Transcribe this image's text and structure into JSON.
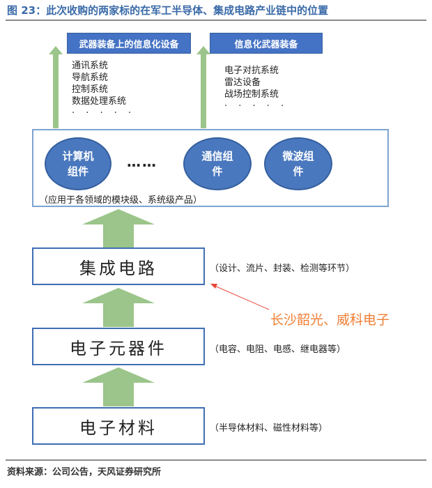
{
  "figure": {
    "title": "图 23：此次收购的两家标的在军工半导体、集成电路产业链中的位置",
    "source": "资料来源：公司公告，天风证券研究所"
  },
  "top": {
    "left_header": "武器装备上的信息化设备",
    "left_items": [
      "通讯系统",
      "导航系统",
      "控制系统",
      "数据处理系统"
    ],
    "left_more": "· · · · ·",
    "right_header": "信息化武器装备",
    "right_items": [
      "电子对抗系统",
      "雷达设备",
      "战场控制系统"
    ],
    "right_more": "· · · · ·"
  },
  "modules": {
    "circle1_line1": "计算机",
    "circle1_line2": "组件",
    "ellipsis": "……",
    "circle2_line1": "通信组",
    "circle2_line2": "件",
    "circle3_line1": "微波组",
    "circle3_line2": "件",
    "note": "（应用于各领域的模块级、系统级产品）"
  },
  "stages": [
    {
      "label": "集成电路",
      "note": "（设计、流片、封装、检测等环节）"
    },
    {
      "label": "电子元器件",
      "note": "（电容、电阻、电感、继电器等）"
    },
    {
      "label": "电子材料",
      "note": "（半导体材料、磁性材料等）"
    }
  ],
  "annotation": {
    "companies": "长沙韶光、威科电子",
    "color": "#f07e34"
  },
  "colors": {
    "header_fill": "#4472c4",
    "circle_fill": "#4a78be",
    "arrow_green": "#9bc58a",
    "title_blue": "#3a6aa8"
  }
}
